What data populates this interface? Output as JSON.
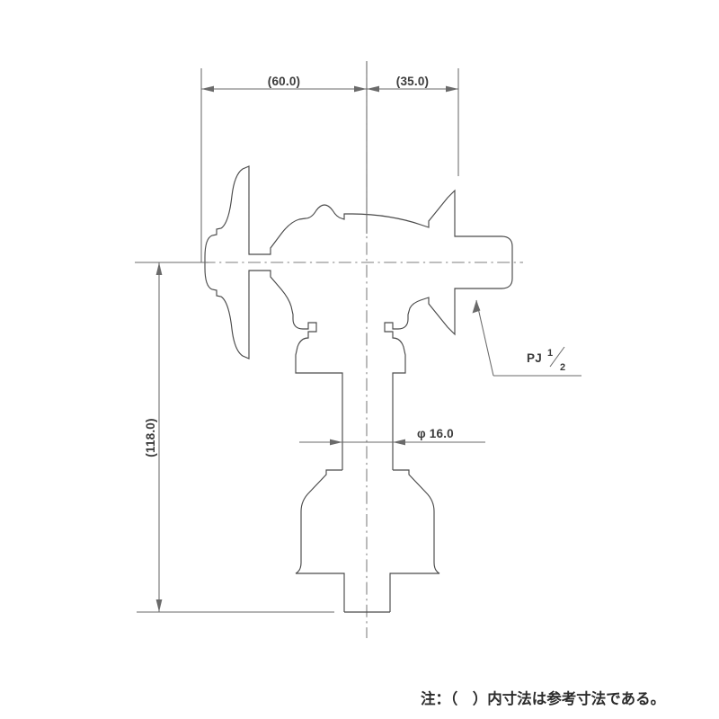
{
  "drawing": {
    "title": "faucet-valve-technical-drawing",
    "line_color": "#4a4a4a",
    "dim_color": "#6a6a6a",
    "center_color": "#7d7d7d",
    "background": "#ffffff",
    "dimensions": {
      "width_left": "(60.0)",
      "width_right": "(35.0)",
      "height_total": "(118.0)",
      "bore_diameter": "φ 16.0"
    },
    "annotations": {
      "thread_label": "PJ",
      "thread_numerator": "1",
      "thread_denominator": "2"
    },
    "note": "注：（　）内寸法は参考寸法である。"
  }
}
